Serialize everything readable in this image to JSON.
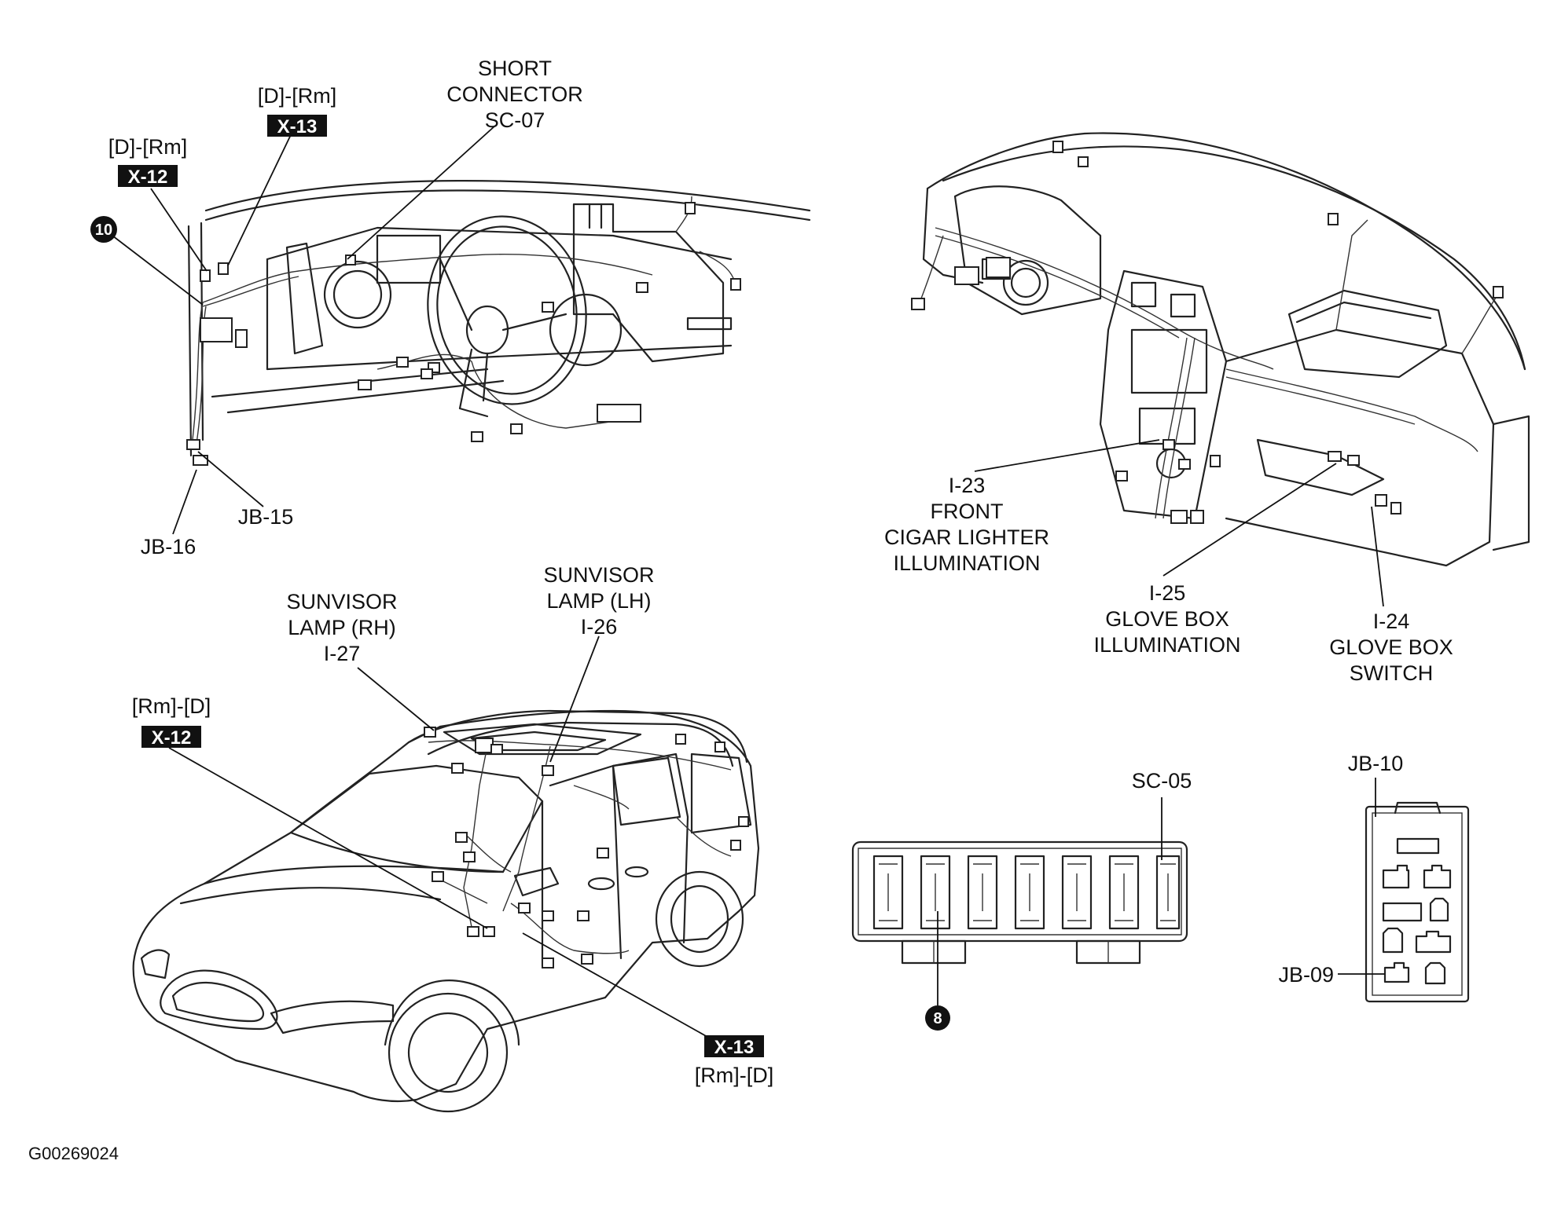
{
  "labels": {
    "short_connector": [
      "SHORT",
      "CONNECTOR",
      "SC-07"
    ],
    "d_rm_top": "[D]-[Rm]",
    "x13_top": "X-13",
    "d_rm_left": "[D]-[Rm]",
    "x12_left": "X-12",
    "callout_10": "10",
    "jb15": "JB-15",
    "jb16": "JB-16",
    "i23": [
      "I-23",
      "FRONT",
      "CIGAR LIGHTER",
      "ILLUMINATION"
    ],
    "i25": [
      "I-25",
      "GLOVE BOX",
      "ILLUMINATION"
    ],
    "i24": [
      "I-24",
      "GLOVE BOX",
      "SWITCH"
    ],
    "sunvisor_rh": [
      "SUNVISOR",
      "LAMP (RH)",
      "I-27"
    ],
    "sunvisor_lh": [
      "SUNVISOR",
      "LAMP (LH)",
      "I-26"
    ],
    "rm_d_top": "[Rm]-[D]",
    "x12_van": "X-12",
    "x13_van": "X-13",
    "rm_d_bottom": "[Rm]-[D]",
    "sc05": "SC-05",
    "callout_8": "8",
    "jb10": "JB-10",
    "jb09": "JB-09",
    "figure_id": "G00269024"
  }
}
